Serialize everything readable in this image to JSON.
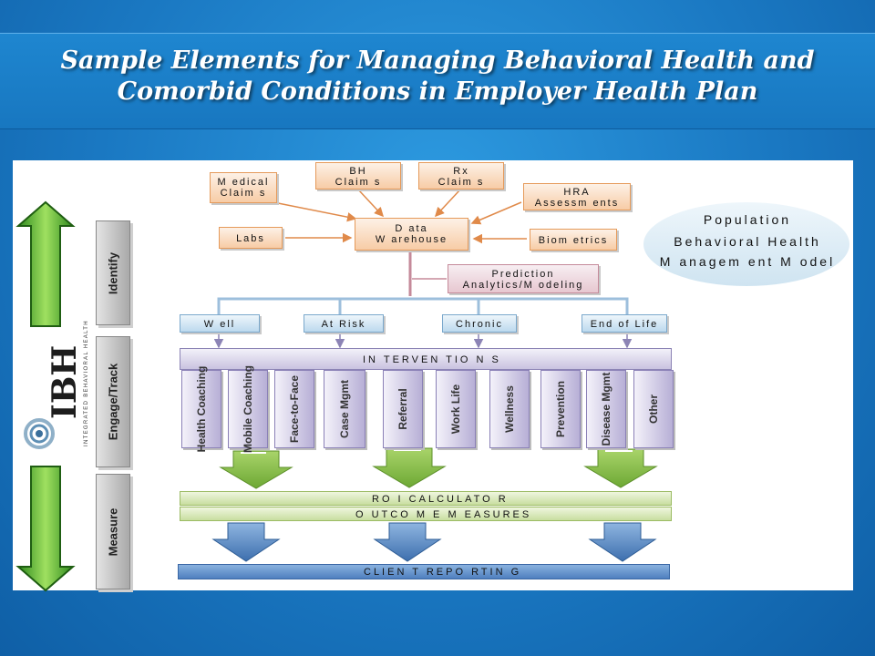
{
  "slide": {
    "title_line1": "Sample Elements for Managing Behavioral Health and",
    "title_line2": "Comorbid Conditions in Employer Health Plan"
  },
  "diagram": {
    "sources": {
      "medical_claims": [
        "M edical",
        "Claim s"
      ],
      "bh_claims": [
        "BH",
        "Claim s"
      ],
      "rx_claims": [
        "Rx",
        "Claim s"
      ],
      "hra": [
        "HRA",
        "Assessm ents"
      ],
      "labs": "Labs",
      "biometrics": "Biom etrics"
    },
    "data_warehouse": [
      "D ata",
      "W arehouse"
    ],
    "prediction": [
      "Prediction",
      "Analytics/M odeling"
    ],
    "population_model": [
      "Population",
      "Behavioral Health",
      "M anagem ent M odel"
    ],
    "stages": [
      "W ell",
      "At Risk",
      "Chronic",
      "End of Life"
    ],
    "interventions_label": "IN TERVEN TIO N S",
    "interventions": [
      "Health Coaching",
      "Mobile Coaching",
      "Face-to-Face",
      "Case Mgmt",
      "Referral",
      "Work Life",
      "Wellness",
      "Prevention",
      "Disease Mgmt",
      "Other"
    ],
    "phases": [
      "Identify",
      "Engage/Track",
      "Measure"
    ],
    "roi_label": "RO I CALCULATO R",
    "outcome_label": "O UTCO M E M EASURES",
    "reporting_label": "CLIEN T REPO RTIN G",
    "logo": {
      "acronym": "IBH",
      "full_name": "INTEGRATED BEHAVIORAL HEALTH"
    }
  },
  "colors": {
    "slide_blue": "#1a7fc6",
    "orange_box": "#f7cca6",
    "lavender_box": "#c9c3e0",
    "green_bar": "#c8dea0",
    "navy_bar": "#4f7fbf",
    "green_arrow": "#8ed04a"
  }
}
